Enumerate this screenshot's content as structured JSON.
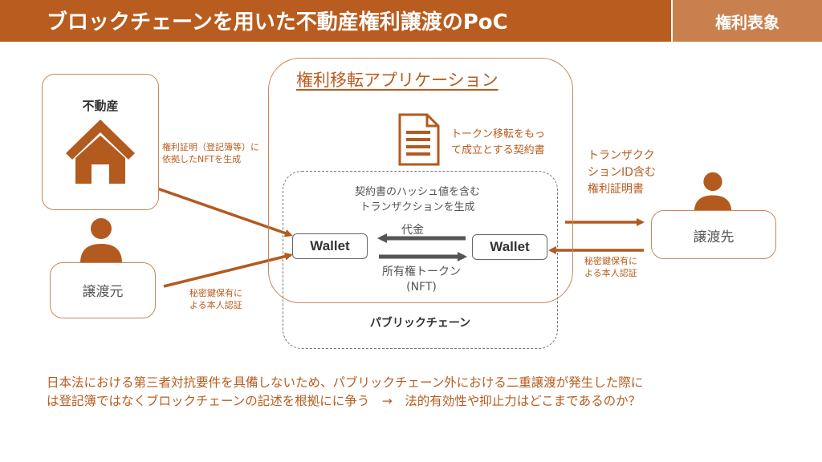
{
  "header": {
    "title": "ブロックチェーンを用いた不動産権利譲渡のPoC",
    "tag": "権利表象"
  },
  "property": {
    "label": "不動産",
    "icon": "house-icon"
  },
  "transferor": {
    "label": "譲渡元",
    "icon": "person-icon"
  },
  "transferee": {
    "label": "譲渡先",
    "icon": "person-icon"
  },
  "app": {
    "title": "権利移転アプリケーション"
  },
  "contract": {
    "icon": "document-icon",
    "text_line1": "トークン移転をもっ",
    "text_line2": "て成立とする契約書"
  },
  "tx": {
    "text_line1": "契約書のハッシュ値を含む",
    "text_line2": "トランザクションを生成"
  },
  "wallets": {
    "left": "Wallet",
    "right": "Wallet"
  },
  "flows": {
    "payment": "代金",
    "token_line1": "所有権トークン",
    "token_line2": "(NFT)",
    "nft_note_line1": "権利証明（登記簿等）に",
    "nft_note_line2": "依拠したNFTを生成",
    "left_auth_line1": "秘密鍵保有に",
    "left_auth_line2": "よる本人認証",
    "right_auth_line1": "秘密鍵保有に",
    "right_auth_line2": "よる本人認証",
    "cert_line1": "トランザクク",
    "cert_line2": "ションID含む",
    "cert_line3": "権利証明書"
  },
  "chain": {
    "label": "パブリックチェーン"
  },
  "footer": {
    "line1": "日本法における第三者対抗要件を具備しないため、パブリックチェーン外における二重譲渡が発生した際に",
    "line2": "は登記簿ではなくブロックチェーンの記述を根拠にに争う　→　法的有効性や抑止力はどこまであるのか？"
  },
  "colors": {
    "brand": "#b85c1f",
    "tag": "#c8804f",
    "arrow": "#b35a1f",
    "gray_arrow": "#555555"
  }
}
